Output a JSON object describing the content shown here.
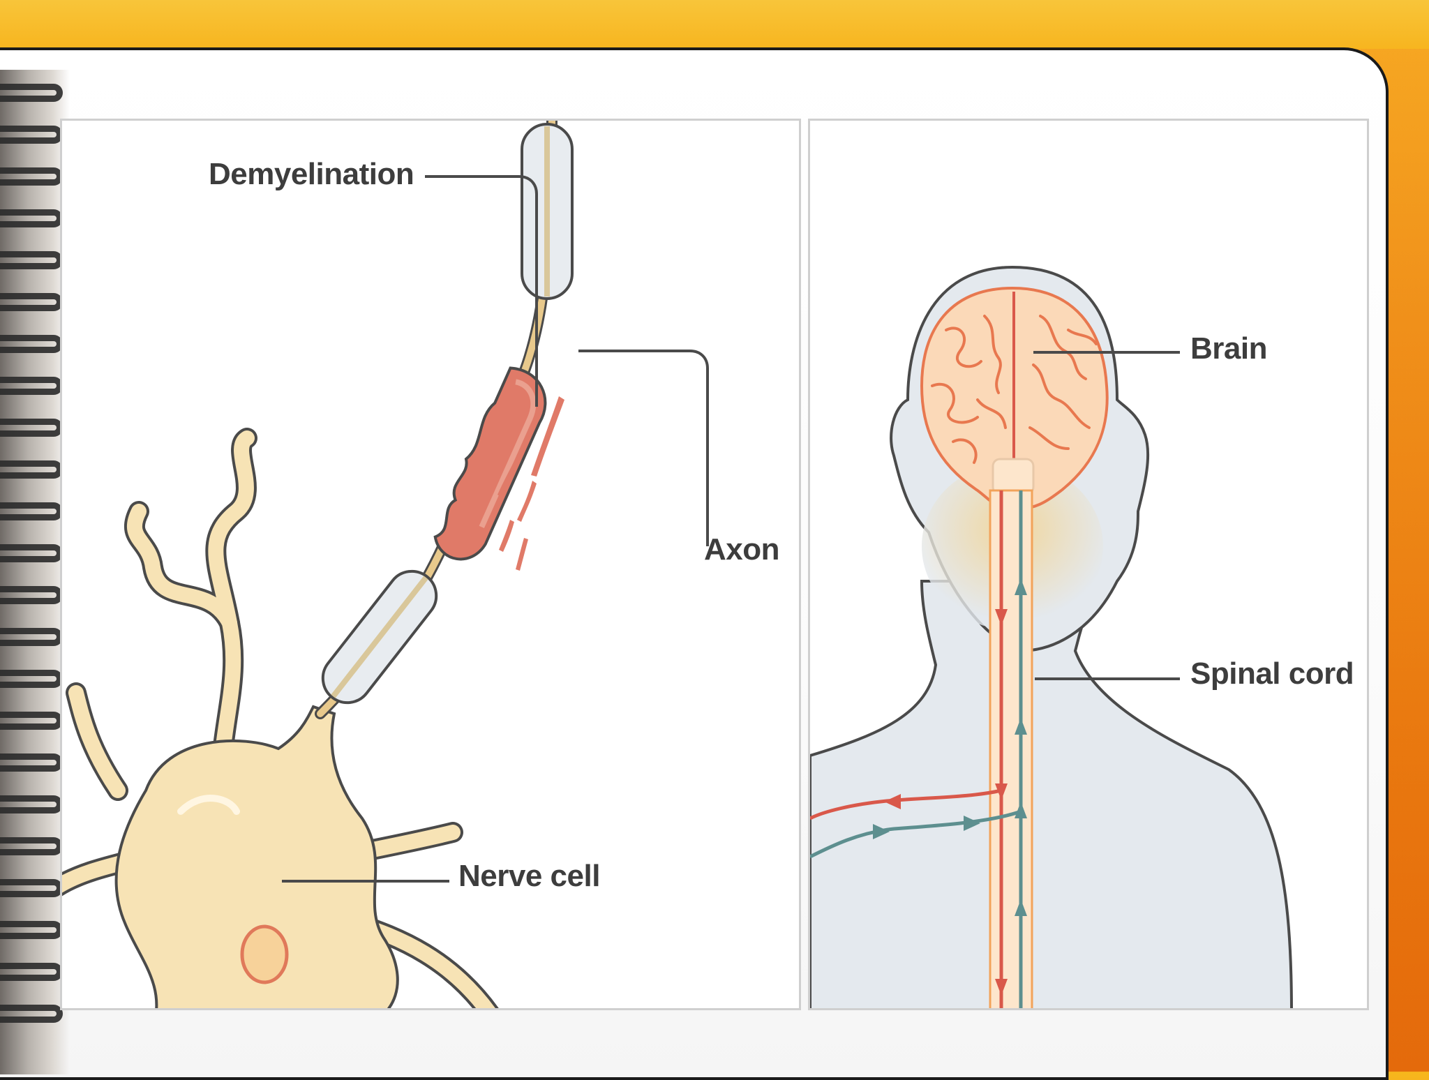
{
  "labels": {
    "demyelination": "Demyelination",
    "axon": "Axon",
    "nerve_cell": "Nerve cell",
    "brain": "Brain",
    "spinal_cord": "Spinal cord"
  },
  "colors": {
    "slide_accent": "#f0901a",
    "nerve_cell_fill": "#f7e3b5",
    "nerve_cell_stroke": "#4a4a4a",
    "myelin_fill": "#e8ecf0",
    "damaged_myelin": "#e07a68",
    "brain_fill": "#fbd9b8",
    "brain_folds": "#e8784f",
    "body_fill": "#e4e9ee",
    "motor_path": "#d9584a",
    "sensory_path": "#5d8f8f"
  },
  "icons": [
    "spiral-binding-icon"
  ]
}
